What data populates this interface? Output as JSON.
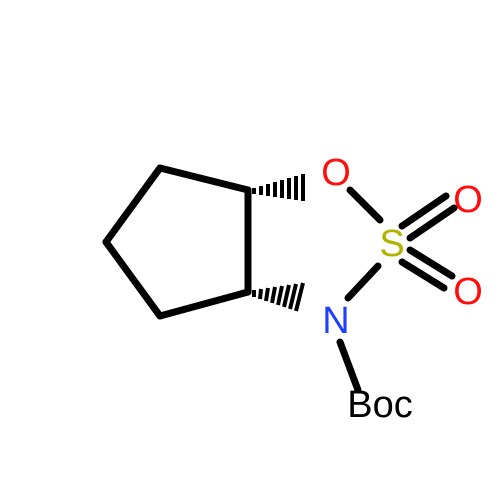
{
  "molecule": {
    "atoms": {
      "oxygen_ring": {
        "symbol": "O",
        "color": "#ff0d0d"
      },
      "sulfur": {
        "symbol": "S",
        "color": "#b2b200"
      },
      "oxygen_top": {
        "symbol": "O",
        "color": "#ff0d0d"
      },
      "oxygen_bottom": {
        "symbol": "O",
        "color": "#ff0d0d"
      },
      "nitrogen": {
        "symbol": "N",
        "color": "#1f3fff"
      },
      "protecting_group": {
        "symbol": "Boc",
        "color": "#000000"
      }
    },
    "bond_color": "#000000"
  }
}
